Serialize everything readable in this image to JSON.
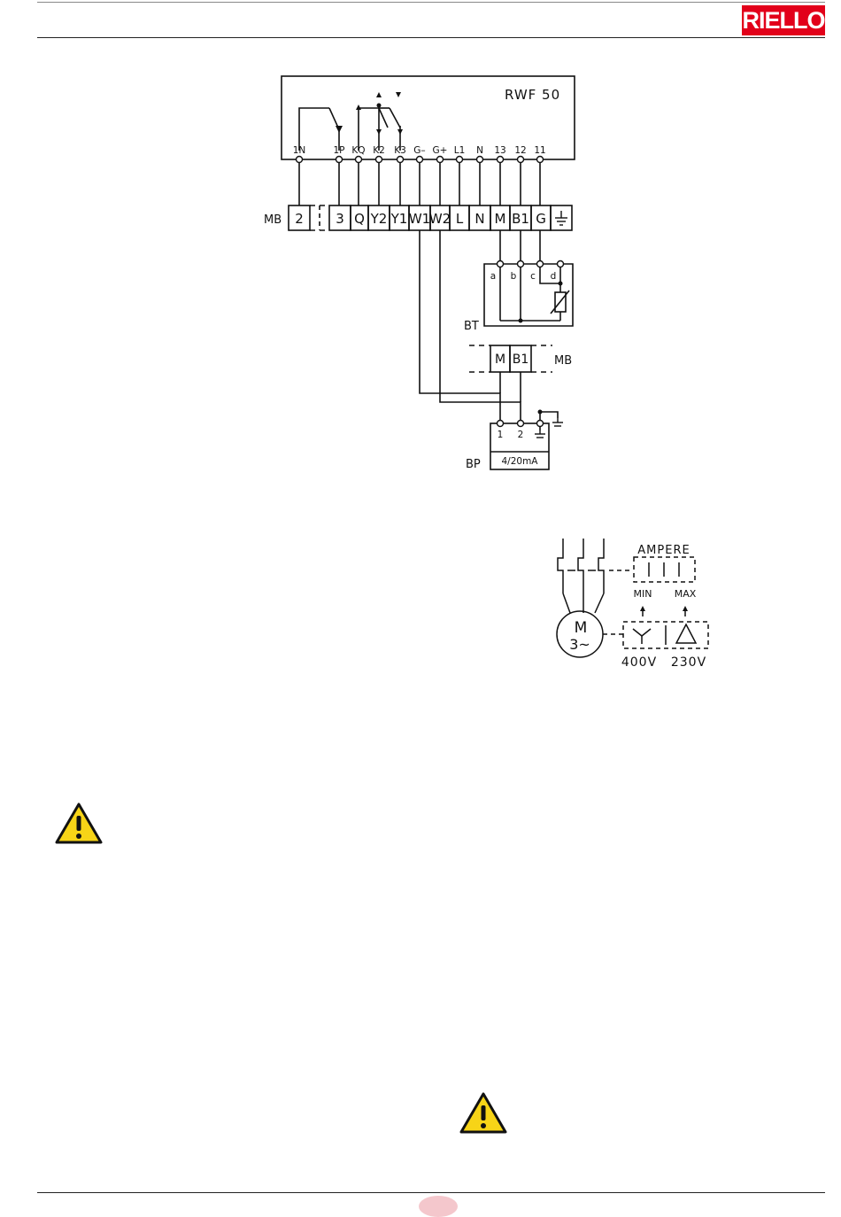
{
  "brand": {
    "logo_text": "RIELLO",
    "accent": "#e2001a"
  },
  "wiring": {
    "controller": "RWF 50",
    "terminal_labels": [
      "1N",
      "1P",
      "KQ",
      "K2",
      "K3",
      "G–",
      "G+",
      "L1",
      "N",
      "13",
      "12",
      "11"
    ],
    "mb_label": "MB",
    "mb_terminals": [
      "2",
      "3",
      "Q",
      "Y2",
      "Y1",
      "W1",
      "W2",
      "L",
      "N",
      "M",
      "B1",
      "G"
    ],
    "bt_label": "BT",
    "bt_terminals": [
      "a",
      "b",
      "c",
      "d"
    ],
    "mb2_label": "MB",
    "mb2_terminals": [
      "M",
      "B1"
    ],
    "bp_label": "BP",
    "bp_terminals": [
      "1",
      "2"
    ],
    "bp_signal": "4/20mA"
  },
  "motor": {
    "symbol_top": "M",
    "symbol_bottom": "3~",
    "ampere_label": "AMPERE",
    "min_label": "MIN",
    "max_label": "MAX",
    "voltage_star": "400V",
    "voltage_delta": "230V"
  },
  "icons": {
    "warning": "warning-triangle-icon",
    "ground": "ground-icon"
  }
}
